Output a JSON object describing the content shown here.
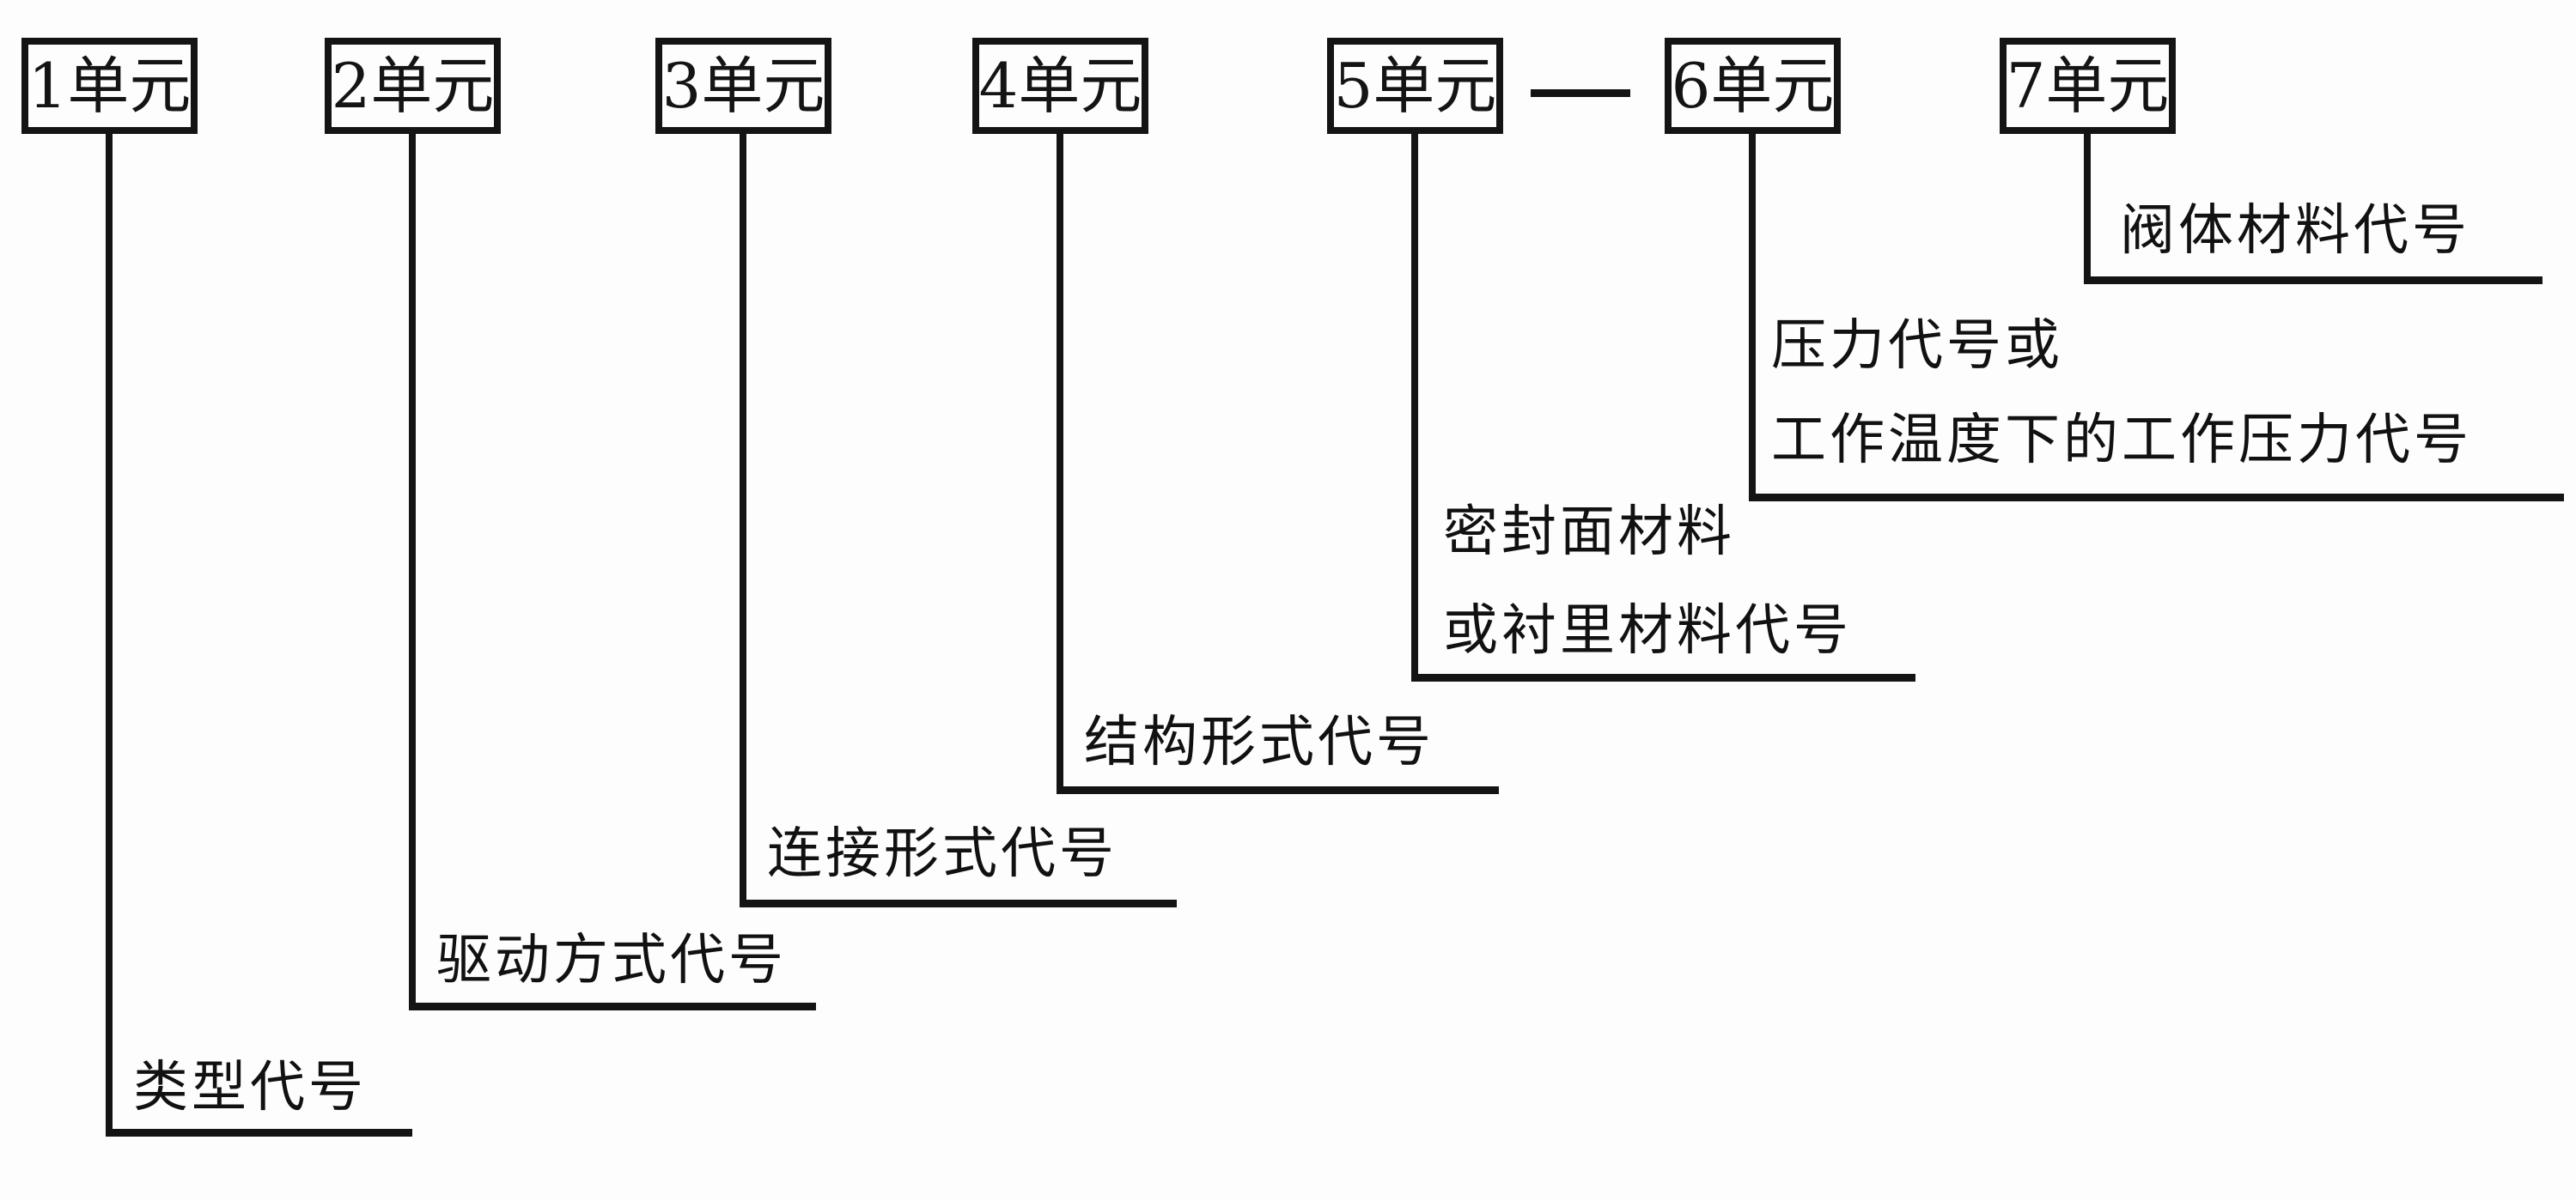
{
  "diagram": {
    "description": "valve model designation units diagram",
    "background_color": "#fdfdfd",
    "line_color": "#141414",
    "dash_symbol": "—",
    "units": [
      {
        "box": "1单元",
        "label_lines": [
          "类型代号"
        ]
      },
      {
        "box": "2单元",
        "label_lines": [
          "驱动方式代号"
        ]
      },
      {
        "box": "3单元",
        "label_lines": [
          "连接形式代号"
        ]
      },
      {
        "box": "4单元",
        "label_lines": [
          "结构形式代号"
        ]
      },
      {
        "box": "5单元",
        "label_lines": [
          "密封面材料",
          "或衬里材料代号"
        ]
      },
      {
        "box": "6单元",
        "label_lines": [
          "压力代号或",
          "工作温度下的工作压力代号"
        ]
      },
      {
        "box": "7单元",
        "label_lines": [
          "阀体材料代号"
        ]
      }
    ]
  }
}
